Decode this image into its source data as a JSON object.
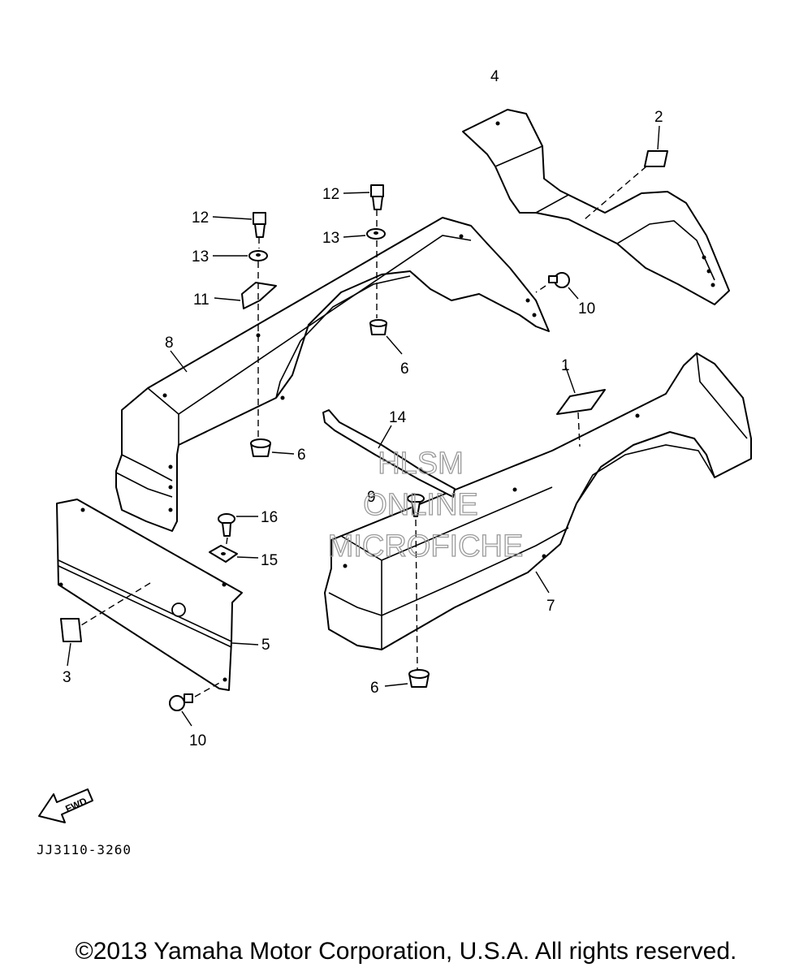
{
  "diagram": {
    "callouts": {
      "c1": "1",
      "c2": "2",
      "c3": "3",
      "c4": "4",
      "c5": "5",
      "c6a": "6",
      "c6b": "6",
      "c6c": "6",
      "c7": "7",
      "c8": "8",
      "c9": "9",
      "c10a": "10",
      "c10b": "10",
      "c11": "11",
      "c12a": "12",
      "c12b": "12",
      "c13a": "13",
      "c13b": "13",
      "c14": "14",
      "c15": "15",
      "c16": "16"
    },
    "fwd_label": "FWD",
    "drawing_code": "JJ3110-3260"
  },
  "watermark": {
    "line1": "HLSM",
    "line2": "ONLINE",
    "line3": "MICROFICHE"
  },
  "footer": {
    "copyright": "©2013 Yamaha Motor Corporation, U.S.A. All rights reserved."
  }
}
